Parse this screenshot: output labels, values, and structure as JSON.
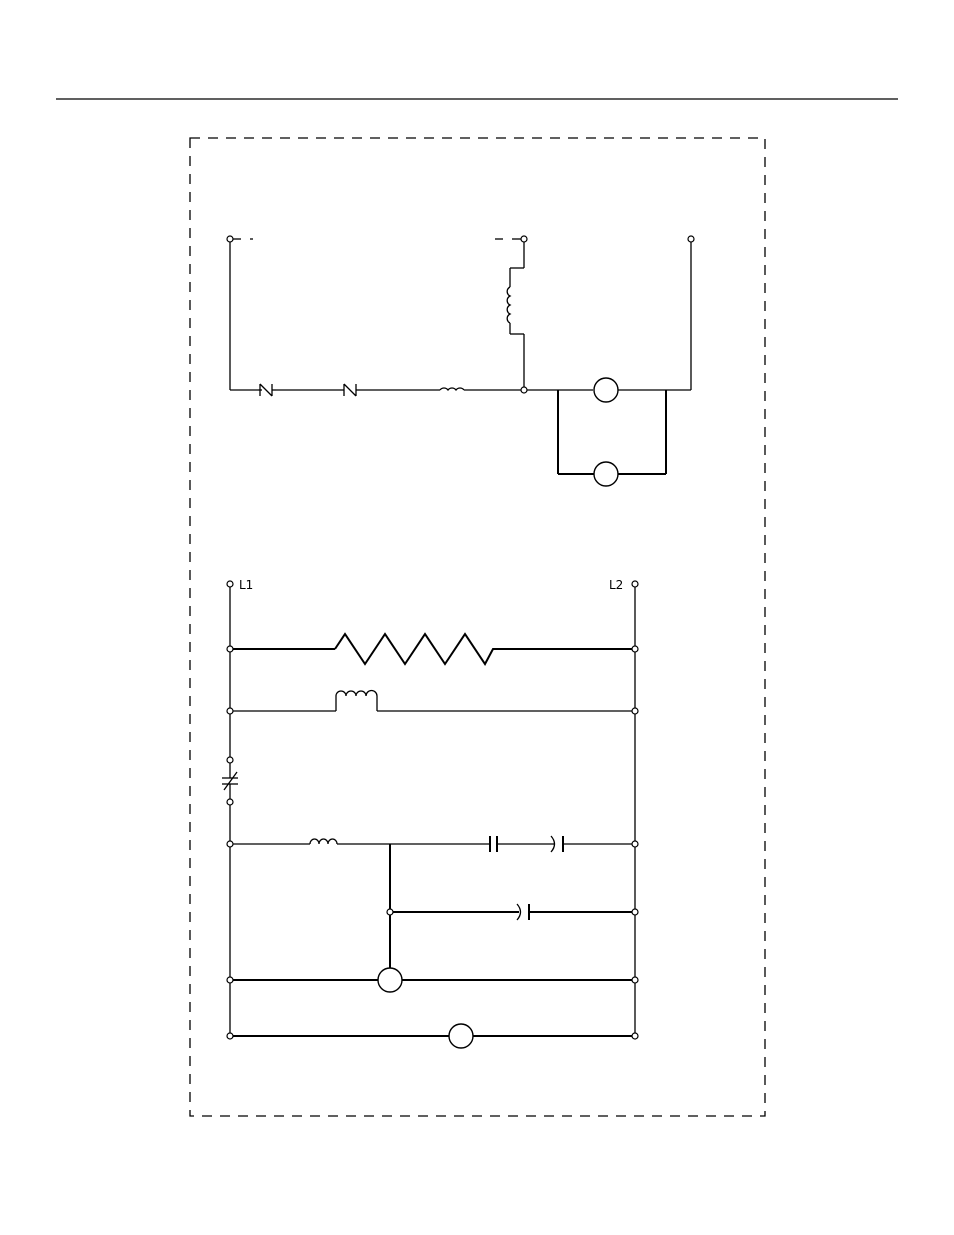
{
  "diagram": {
    "line_labels": {
      "left": "L1",
      "right": "L2"
    },
    "colors": {
      "ink": "#000000",
      "paper": "#ffffff"
    },
    "components": [
      "header-rule",
      "dashed-enclosure",
      "thermostat-contact",
      "limit-switch",
      "relay-coil",
      "transformer-secondary-coil",
      "fan-motor",
      "auxiliary-motor",
      "heating-element",
      "contactor-coil",
      "normally-closed-switch",
      "start-relay-coil",
      "start-capacitor",
      "run-capacitor",
      "compressor",
      "condenser-fan-motor"
    ]
  }
}
